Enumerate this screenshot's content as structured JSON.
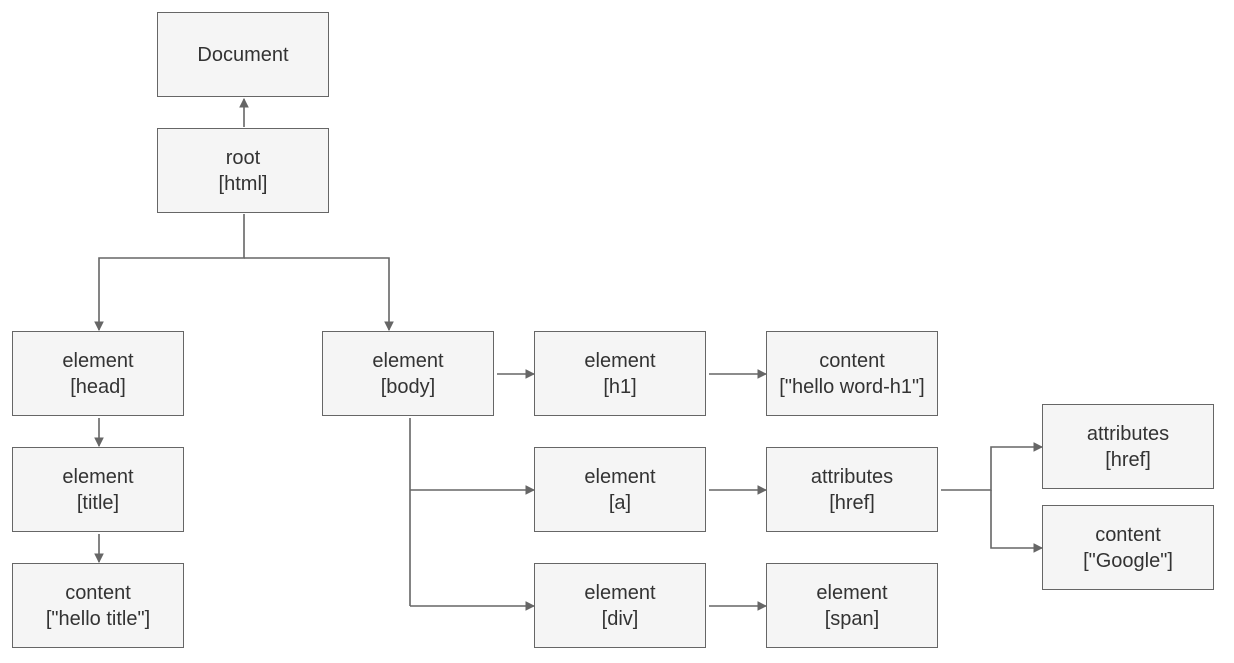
{
  "nodes": {
    "document": {
      "line1": "Document"
    },
    "root_html": {
      "line1": "root",
      "line2": "[html]"
    },
    "element_head": {
      "line1": "element",
      "line2": "[head]"
    },
    "element_title": {
      "line1": "element",
      "line2": "[title]"
    },
    "content_hello_title": {
      "line1": "content",
      "line2": "[\"hello title\"]"
    },
    "element_body": {
      "line1": "element",
      "line2": "[body]"
    },
    "element_h1": {
      "line1": "element",
      "line2": "[h1]"
    },
    "content_hello_word_h1": {
      "line1": "content",
      "line2": "[\"hello word-h1\"]"
    },
    "element_a": {
      "line1": "element",
      "line2": "[a]"
    },
    "attributes_href_a": {
      "line1": "attributes",
      "line2": "[href]"
    },
    "attributes_href_b": {
      "line1": "attributes",
      "line2": "[href]"
    },
    "content_google": {
      "line1": "content",
      "line2": "[\"Google\"]"
    },
    "element_div": {
      "line1": "element",
      "line2": "[div]"
    },
    "element_span": {
      "line1": "element",
      "line2": "[span]"
    }
  },
  "style": {
    "node_fill": "#f5f5f5",
    "node_border": "#666666",
    "text_color": "#333333",
    "edge_color": "#666666"
  }
}
